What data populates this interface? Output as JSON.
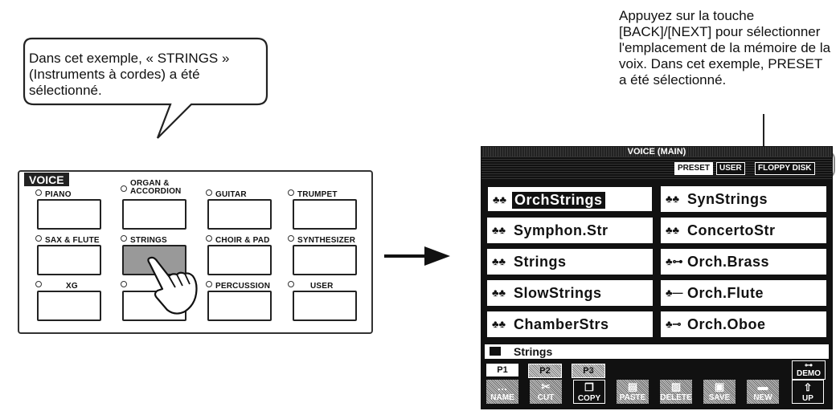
{
  "bubble": {
    "text": "Dans cet exemple, « STRINGS » (Instruments à cordes) a été sélectionné."
  },
  "note": {
    "text": "Appuyez sur la touche [BACK]/[NEXT] pour sélectionner l'emplacement de la mémoire de la voix. Dans cet exemple, PRESET a été sélectionné."
  },
  "panel": {
    "title": "VOICE",
    "labels": [
      "PIANO",
      "ORGAN & ACCORDION",
      "GUITAR",
      "TRUMPET",
      "SAX & FLUTE",
      "STRINGS",
      "CHOIR & PAD",
      "SYNTHESIZER",
      "XG",
      "",
      "PERCUSSION",
      "USER"
    ],
    "selected": "STRINGS"
  },
  "screen": {
    "title": "VOICE (MAIN)",
    "tabs": [
      "PRESET",
      "USER",
      "FLOPPY DISK"
    ],
    "left_voices": [
      "OrchStrings",
      "Symphon.Str",
      "Strings",
      "SlowStrings",
      "ChamberStrs"
    ],
    "right_voices": [
      "SynStrings",
      "ConcertoStr",
      "Orch.Brass",
      "Orch.Flute",
      "Orch.Oboe"
    ],
    "left_icons": [
      "♣♣",
      "♣♣",
      "♣♣",
      "♣♣",
      "♣♣"
    ],
    "right_icons": [
      "♣♣",
      "♣♣",
      "♣⊶",
      "♣—",
      "♣⊸"
    ],
    "folder": "Strings",
    "pages": [
      "P1",
      "P2",
      "P3"
    ],
    "demo": "DEMO",
    "functions": [
      "NAME",
      "CUT",
      "COPY",
      "PASTE",
      "DELETE",
      "SAVE",
      "NEW",
      "UP"
    ]
  }
}
